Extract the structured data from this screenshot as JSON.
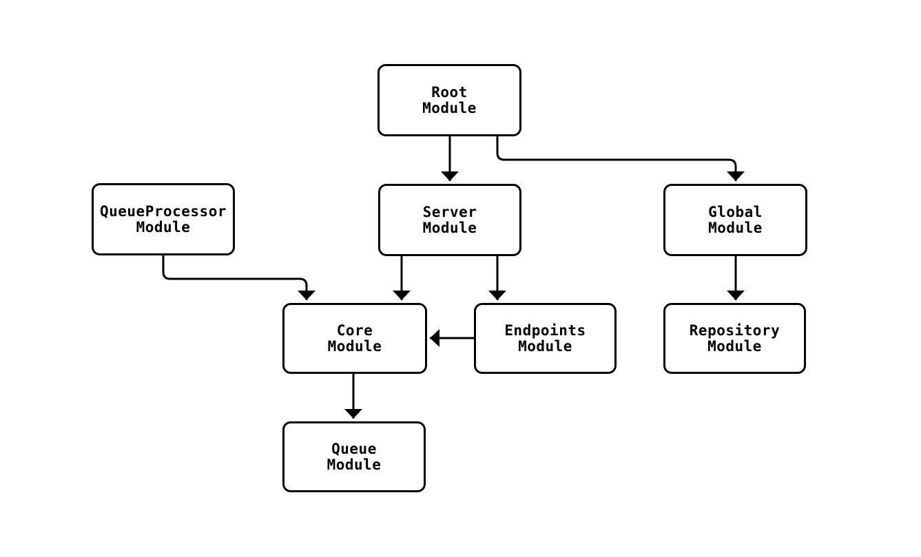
{
  "diagram": {
    "type": "module-dependency-flowchart",
    "background_color": "#ffffff",
    "line_color": "#000000",
    "nodes": {
      "root": {
        "label": "Root\nModule"
      },
      "queueprocessor": {
        "label": "QueueProcessor\nModule"
      },
      "server": {
        "label": "Server\nModule"
      },
      "global": {
        "label": "Global\nModule"
      },
      "core": {
        "label": "Core\nModule"
      },
      "endpoints": {
        "label": "Endpoints\nModule"
      },
      "repository": {
        "label": "Repository\nModule"
      },
      "queue": {
        "label": "Queue\nModule"
      }
    },
    "edges": [
      {
        "from": "root",
        "to": "server"
      },
      {
        "from": "root",
        "to": "global"
      },
      {
        "from": "queueprocessor",
        "to": "core"
      },
      {
        "from": "server",
        "to": "core"
      },
      {
        "from": "server",
        "to": "endpoints"
      },
      {
        "from": "endpoints",
        "to": "core"
      },
      {
        "from": "global",
        "to": "repository"
      },
      {
        "from": "core",
        "to": "queue"
      }
    ]
  }
}
